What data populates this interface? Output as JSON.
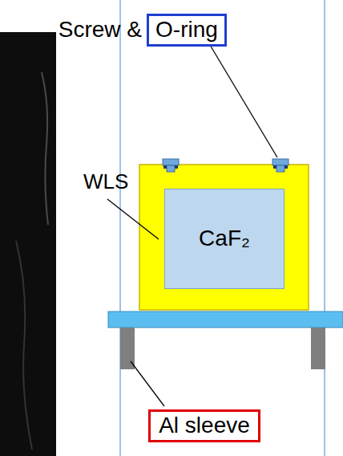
{
  "diagram": {
    "nodes": [
      {
        "text": [
          "O-ring"
        ]
      },
      {
        "text": [
          "CaF₂"
        ]
      },
      {
        "text": [
          "Al sleeve"
        ]
      }
    ],
    "labels": [
      "Screw &",
      "WLS"
    ]
  }
}
